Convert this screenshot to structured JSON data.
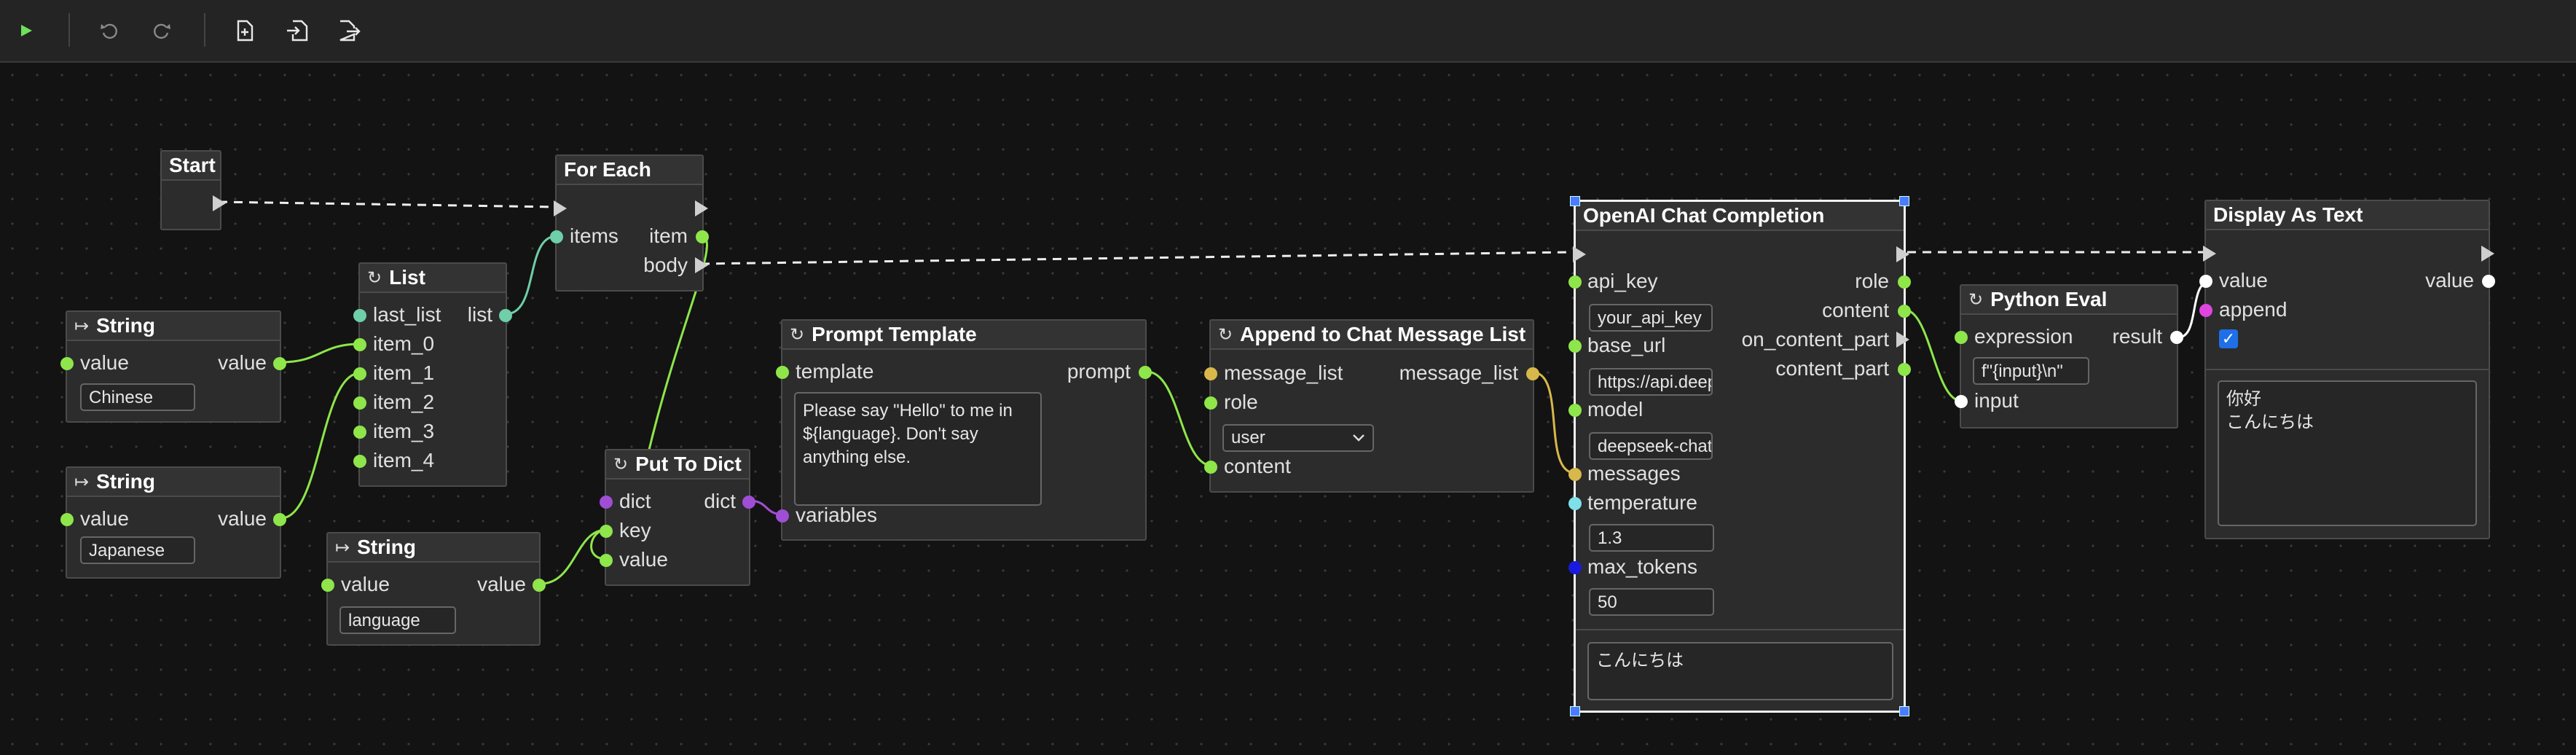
{
  "toolbar": {
    "run": "play-icon",
    "undo": "undo-icon",
    "redo": "redo-icon",
    "new": "new-file-icon",
    "import": "import-icon",
    "export": "export-icon"
  },
  "nodes": {
    "start": {
      "title": "Start"
    },
    "string1": {
      "title": "String",
      "in": "value",
      "out": "value",
      "field": "Chinese"
    },
    "string2": {
      "title": "String",
      "in": "value",
      "out": "value",
      "field": "Japanese"
    },
    "string3": {
      "title": "String",
      "in": "value",
      "out": "value",
      "field": "language"
    },
    "list": {
      "title": "List",
      "out": "list",
      "ins": [
        "last_list",
        "item_0",
        "item_1",
        "item_2",
        "item_3",
        "item_4"
      ]
    },
    "foreach": {
      "title": "For Each",
      "in": "items",
      "out_item": "item",
      "out_body": "body"
    },
    "puttodict": {
      "title": "Put To Dict",
      "ins": [
        "dict",
        "key",
        "value"
      ],
      "out": "dict"
    },
    "prompt": {
      "title": "Prompt Template",
      "in_template": "template",
      "out": "prompt",
      "template_text": "Please say \"Hello\" to me in ${language}. Don't say anything else.",
      "in_vars": "variables"
    },
    "append": {
      "title": "Append to Chat Message List",
      "ins": [
        "message_list",
        "role",
        "content"
      ],
      "out": "message_list",
      "role_value": "user"
    },
    "openai": {
      "title": "OpenAI Chat Completion",
      "ins": [
        "api_key",
        "base_url",
        "model",
        "messages",
        "temperature",
        "max_tokens"
      ],
      "outs": [
        "role",
        "content",
        "on_content_part",
        "content_part"
      ],
      "api_key": "your_api_key",
      "base_url": "https://api.deepseek.com",
      "model": "deepseek-chat",
      "temperature": "1.3",
      "max_tokens": "50",
      "output": "こんにちは"
    },
    "pyeval": {
      "title": "Python Eval",
      "ins": [
        "expression",
        "input"
      ],
      "out": "result",
      "expression": "f\"{input}\\n\""
    },
    "display": {
      "title": "Display As Text",
      "ins": [
        "value",
        "append"
      ],
      "out": "value",
      "text": "你好\nこんにちは"
    }
  },
  "colors": {
    "background": "#131313",
    "node": "#2c2c2c",
    "port_green": "#8ee64a",
    "port_teal": "#6ecfa8",
    "port_purple": "#a04ed6",
    "port_yellow": "#d8b84a",
    "port_cyan": "#7fe0ea",
    "port_blue": "#1a1adf",
    "selection": "#4a7cff"
  }
}
